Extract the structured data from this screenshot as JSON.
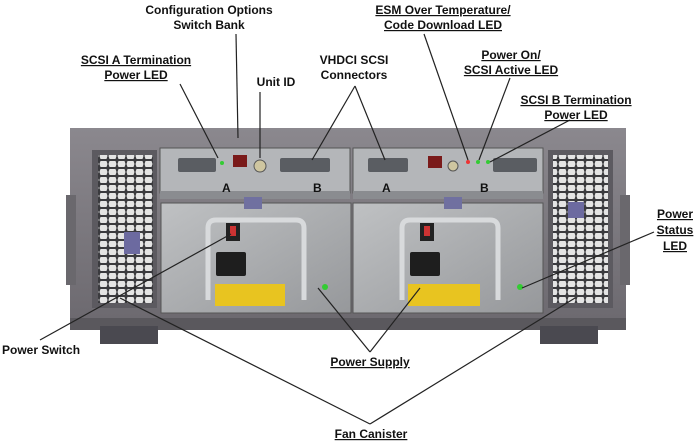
{
  "labels": {
    "config_switch_line1": "Configuration Options",
    "config_switch_line2": "Switch Bank",
    "esm_temp_line1": "ESM Over Temperature/",
    "esm_temp_line2": "Code Download LED",
    "scsi_a_term_line1": "SCSI A Termination",
    "scsi_a_term_line2": "Power LED",
    "unit_id": "Unit ID",
    "vhdci_line1": "VHDCI SCSI",
    "vhdci_line2": "Connectors",
    "power_on_line1": "Power On/",
    "power_on_line2": "SCSI Active LED",
    "scsi_b_term_line1": "SCSI B Termination",
    "scsi_b_term_line2": "Power LED",
    "power_status_line1": "Power",
    "power_status_line2": "Status",
    "power_status_line3": "LED",
    "power_switch": "Power Switch",
    "power_supply": "Power Supply",
    "fan_canister": "Fan Canister"
  },
  "slots": {
    "left_a": "A",
    "left_b": "B",
    "right_a": "A",
    "right_b": "B"
  },
  "colors": {
    "chassis": "#7d7a80",
    "chassis_dark": "#4d4b50",
    "panel": "#b9bbbe",
    "psu": "#a8aaac",
    "warning_label": "#e8c420",
    "handle": "#d4d6d8"
  }
}
